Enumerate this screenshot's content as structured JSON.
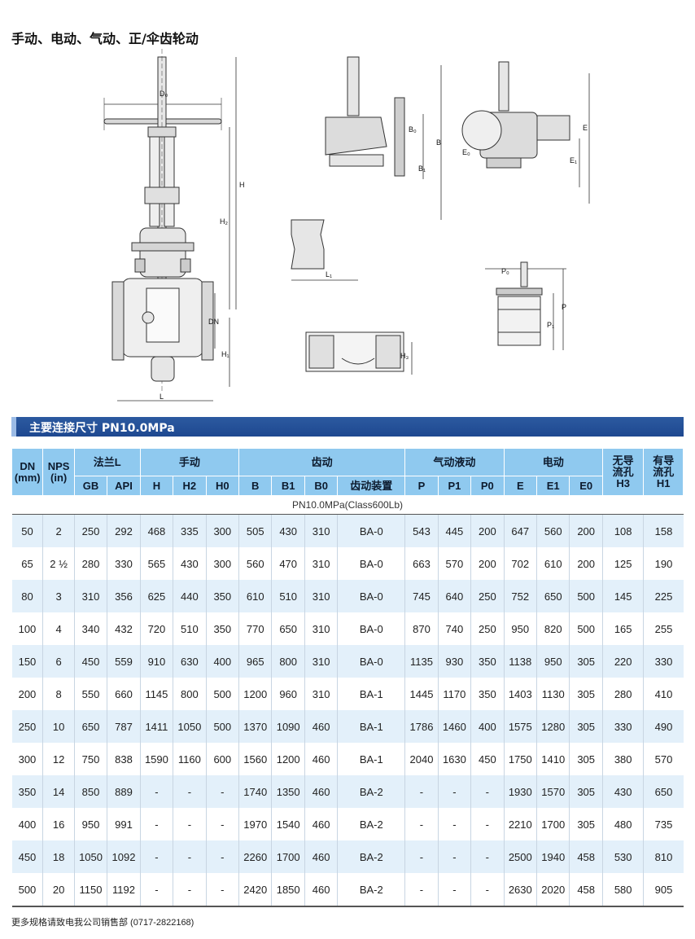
{
  "page_title": "手动、电动、气动、正/伞齿轮动",
  "drawing_labels": {
    "d0": "D₀",
    "h": "H",
    "h2": "H₂",
    "dn": "DN",
    "h1": "H₁",
    "l": "L",
    "b0": "B₀",
    "b": "B",
    "b1": "B₁",
    "e0": "E₀",
    "e": "E",
    "e1": "E₁",
    "l1": "L₁",
    "h3": "H₃",
    "p0": "P₀",
    "p": "P",
    "p1": "P₁"
  },
  "section_title": "主要连接尺寸 PN10.0MPa",
  "table": {
    "groups": {
      "dn": "DN\n(mm)",
      "nps": "NPS\n(in)",
      "flange": "法兰L",
      "manual": "手动",
      "gear": "齿动",
      "pneumatic": "气动液动",
      "electric": "电动",
      "h3": "无导\n流孔\nH3",
      "h1": "有导\n流孔\nH1"
    },
    "subs": {
      "gb": "GB",
      "api": "API",
      "h": "H",
      "h2": "H2",
      "h0": "H0",
      "b": "B",
      "b1": "B1",
      "b0": "B0",
      "gear_device": "齿动装置",
      "p": "P",
      "p1": "P1",
      "p0": "P0",
      "e": "E",
      "e1": "E1",
      "e0": "E0"
    },
    "class_label": "PN10.0MPa(Class600Lb)",
    "rows": [
      [
        "50",
        "2",
        "250",
        "292",
        "468",
        "335",
        "300",
        "505",
        "430",
        "310",
        "BA-0",
        "543",
        "445",
        "200",
        "647",
        "560",
        "200",
        "108",
        "158"
      ],
      [
        "65",
        "2 ½",
        "280",
        "330",
        "565",
        "430",
        "300",
        "560",
        "470",
        "310",
        "BA-0",
        "663",
        "570",
        "200",
        "702",
        "610",
        "200",
        "125",
        "190"
      ],
      [
        "80",
        "3",
        "310",
        "356",
        "625",
        "440",
        "350",
        "610",
        "510",
        "310",
        "BA-0",
        "745",
        "640",
        "250",
        "752",
        "650",
        "500",
        "145",
        "225"
      ],
      [
        "100",
        "4",
        "340",
        "432",
        "720",
        "510",
        "350",
        "770",
        "650",
        "310",
        "BA-0",
        "870",
        "740",
        "250",
        "950",
        "820",
        "500",
        "165",
        "255"
      ],
      [
        "150",
        "6",
        "450",
        "559",
        "910",
        "630",
        "400",
        "965",
        "800",
        "310",
        "BA-0",
        "1135",
        "930",
        "350",
        "1138",
        "950",
        "305",
        "220",
        "330"
      ],
      [
        "200",
        "8",
        "550",
        "660",
        "1145",
        "800",
        "500",
        "1200",
        "960",
        "310",
        "BA-1",
        "1445",
        "1170",
        "350",
        "1403",
        "1130",
        "305",
        "280",
        "410"
      ],
      [
        "250",
        "10",
        "650",
        "787",
        "1411",
        "1050",
        "500",
        "1370",
        "1090",
        "460",
        "BA-1",
        "1786",
        "1460",
        "400",
        "1575",
        "1280",
        "305",
        "330",
        "490"
      ],
      [
        "300",
        "12",
        "750",
        "838",
        "1590",
        "1160",
        "600",
        "1560",
        "1200",
        "460",
        "BA-1",
        "2040",
        "1630",
        "450",
        "1750",
        "1410",
        "305",
        "380",
        "570"
      ],
      [
        "350",
        "14",
        "850",
        "889",
        "-",
        "-",
        "-",
        "1740",
        "1350",
        "460",
        "BA-2",
        "-",
        "-",
        "-",
        "1930",
        "1570",
        "305",
        "430",
        "650"
      ],
      [
        "400",
        "16",
        "950",
        "991",
        "-",
        "-",
        "-",
        "1970",
        "1540",
        "460",
        "BA-2",
        "-",
        "-",
        "-",
        "2210",
        "1700",
        "305",
        "480",
        "735"
      ],
      [
        "450",
        "18",
        "1050",
        "1092",
        "-",
        "-",
        "-",
        "2260",
        "1700",
        "460",
        "BA-2",
        "-",
        "-",
        "-",
        "2500",
        "1940",
        "458",
        "530",
        "810"
      ],
      [
        "500",
        "20",
        "1150",
        "1192",
        "-",
        "-",
        "-",
        "2420",
        "1850",
        "460",
        "BA-2",
        "-",
        "-",
        "-",
        "2630",
        "2020",
        "458",
        "580",
        "905"
      ]
    ]
  },
  "footer": "更多规格请致电我公司销售部 (0717-2822168)"
}
